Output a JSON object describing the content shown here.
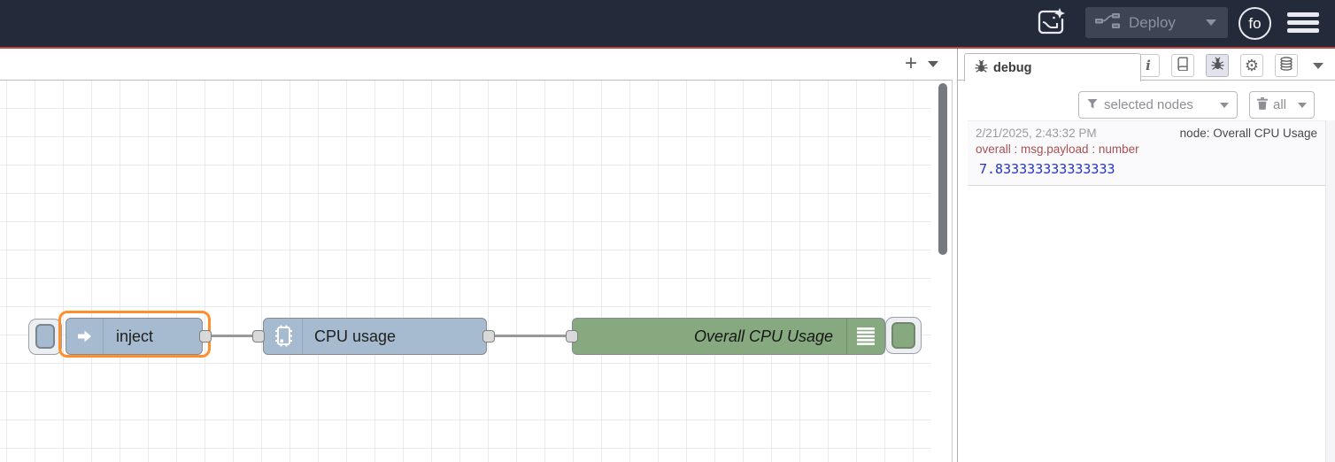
{
  "header": {
    "deploy_label": "Deploy",
    "avatar_initials": "fo"
  },
  "workspace_toolbar": {
    "add_flow": "+"
  },
  "flow": {
    "nodes": [
      {
        "type": "inject",
        "label": "inject",
        "color": "#a6bbcf",
        "selected": true
      },
      {
        "type": "cpu",
        "label": "CPU usage",
        "color": "#a6bbcf",
        "selected": false
      },
      {
        "type": "debug",
        "label": "Overall CPU Usage",
        "color": "#87a980",
        "selected": false
      }
    ]
  },
  "sidebar": {
    "tab_label": "debug",
    "filter_button": "selected nodes",
    "clear_button": "all",
    "message": {
      "timestamp": "2/21/2025, 2:43:32 PM",
      "node": "node: Overall CPU Usage",
      "property": "overall : msg.payload : number",
      "value": "7.833333333333333"
    }
  },
  "colors": {
    "header_bg": "#232b3a",
    "accent_line": "#c64545",
    "node_blue": "#a6bbcf",
    "node_green": "#87a980",
    "selection_orange": "#ff8e2b",
    "wire": "#999999",
    "debug_value": "#2233cc",
    "debug_property": "#a85050"
  }
}
